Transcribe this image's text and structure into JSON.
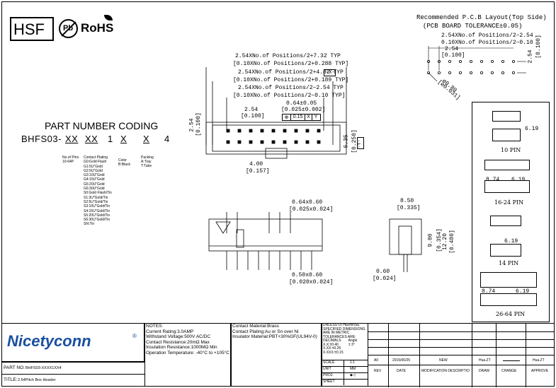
{
  "logos": {
    "hsf": "HSF",
    "pb": "Pb",
    "rohs": "RoHS"
  },
  "pcb": {
    "title": "Recommended P.C.B Layout(Top Side)",
    "tolerance": "(PCB BOARD TOLERANCE±0.05)",
    "dim1": "2.54XNo.of Positions/2−2.54",
    "dim1b": "0.10XNo.of Positions/2−0.10",
    "pitch": "2.54",
    "pitch_in": "[0.100]",
    "row_gap": "2.54",
    "row_gap_in": "[0.100]",
    "hole": "ø0.80",
    "hole_in": "[ø0.031]"
  },
  "front": {
    "d1": "2.54XNo.of Positions/2+7.32 TYP",
    "d1b": "[0.10XNo.of Positions/2+0.288 TYP]",
    "d2": "2.54XNo.of Positions/2+4.82 TYP",
    "d2b": "[0.10XNo.of Positions/2+0.189 TYP]",
    "d3": "2.54XNo.of Positions/2−2.54 TYP",
    "d3b": "[0.10XNo.of Positions/2−0.10 TYP]",
    "tol": "0.64±0.05",
    "tol_in": "[0.025±0.002]",
    "frame": [
      "⊕",
      "0.15",
      "X",
      "Y"
    ],
    "datum_x": "-X-",
    "datum_y": "-Y-",
    "pitch": "2.54",
    "pitch_in": "[0.100]",
    "h": "2.54",
    "h_in": "[0.100]",
    "h2": "6.35",
    "h2_in": "[0.250]",
    "key": "4.00",
    "key_in": "[0.157]"
  },
  "coding": {
    "title": "PART NUMBER CODING",
    "parts": [
      "BHFS03-",
      "XX",
      "XX",
      "1",
      "X",
      "X",
      "4"
    ],
    "pins": [
      "No.of Pins",
      "10-64P"
    ],
    "plating": [
      "Contact Plating",
      "G0:Gold Flash",
      "G1:5U\"Gold",
      "G2:5U\"Gold",
      "G3:10U\"Gold",
      "G4:15U\"Gold",
      "G5:20U\"Gold",
      "G6:30U\"Gold",
      "S0:Gold Flash/Tin",
      "S1:3U\"Gold/Tin",
      "S2:5U\"Gold/Tin",
      "S3:10U\"Gold/Tin",
      "S4:15U\"Gold/Tin",
      "S5:20U\"Gold/Tin",
      "S6:30U\"Gold/Tin",
      "SN:Tin"
    ],
    "color": [
      "Color",
      "B:Black"
    ],
    "packing": [
      "Packing",
      "A:Tray",
      "T:Tube"
    ]
  },
  "side": {
    "pin": "0.64x0.60",
    "pin_in": "[0.025x0.024]",
    "pin2": "0.50x0.60",
    "pin2_in": "[0.020x0.024]",
    "w": "8.50",
    "w_in": "[0.335]",
    "h1": "9.00",
    "h1_in": "[0.354]",
    "h2": "12.20",
    "h2_in": "[0.480]",
    "t": "0.60",
    "t_in": "[0.024]"
  },
  "variants": [
    {
      "label": "10 PIN",
      "dim": "6.19"
    },
    {
      "label": "16-24 PIN",
      "dim": "6.19",
      "dim2": "8.74"
    },
    {
      "label": "14 PIN",
      "dim": "6.19"
    },
    {
      "label": "26-64 PIN",
      "dim": "6.19",
      "dim2": "8.74"
    }
  ],
  "titleblock": {
    "brand": "Nicetyconn",
    "reg": "®",
    "notes": [
      "NOTES:",
      "Current Rating:3.0AMP",
      "Withstand Voltage:500V AC/DC",
      "Contact Resistance:20mΩ Max",
      "Insulation Resistance:1000MΩ Min",
      "Operation Temperature: -40°C to +105°C"
    ],
    "material": [
      "Contact Material:Brass",
      "Contact Plating:Au or Sn over Ni",
      "Insulator Material:PBT+30%GF(UL94V-0)"
    ],
    "unless": [
      "UNLESS OTHERWISE",
      "SPECIFIED DIMENSIONS",
      "ARE IN METRIC",
      "TOLERANCES  ARE:"
    ],
    "decimals": "DECIMALS",
    "angle": "Angle",
    "tol1": "X.X:±0.40",
    "tol_ang": "± 3°",
    "tol2": "X.XX:±0.25",
    "tol3": "X.XXX:±0.15",
    "scale": "SCALE",
    "scale_v": "1:1",
    "unit": "UNIT",
    "unit_v": "MM",
    "proj": "PROJ.",
    "sheet": "SHEET",
    "rev_row": {
      "rev": "A0",
      "date": "2015/06/25",
      "desc": "NEW",
      "draw": "Hua.ZT",
      "change": "",
      "approve": "Hua.ZT"
    },
    "headers": {
      "rev": "REV",
      "date": "DATE",
      "desc": "MODIFICATION DESCRIPTIO",
      "draw": "DRAW",
      "change": "CHANGE",
      "approve": "APPROVE"
    },
    "part_no_label": "PART NO:",
    "part_no": "BHFS03-XXXX1XX4",
    "title_label": "TITLE:",
    "title": "2.54Pitch Box Header"
  }
}
